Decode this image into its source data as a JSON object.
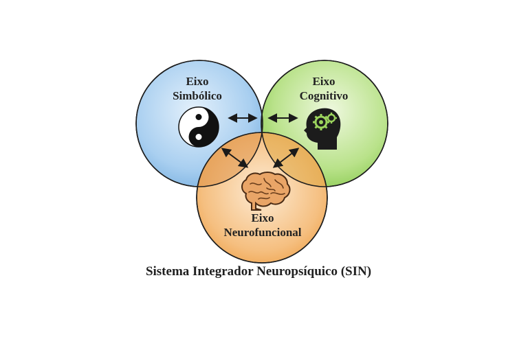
{
  "diagram": {
    "circles": {
      "symbolic": {
        "line1": "Eixo",
        "line2": "Simbólico",
        "color": "#8ec1ea",
        "icon": "yin-yang-icon"
      },
      "cognitive": {
        "line1": "Eixo",
        "line2": "Cognitivo",
        "color": "#9fd66b",
        "icon": "head-gears-icon"
      },
      "neurofunctional": {
        "line1": "Eixo",
        "line2": "Neurofuncional",
        "color": "#f2b066",
        "icon": "brain-icon"
      }
    },
    "caption": "Sistema Integrador Neuropsíquico (SIN)"
  }
}
